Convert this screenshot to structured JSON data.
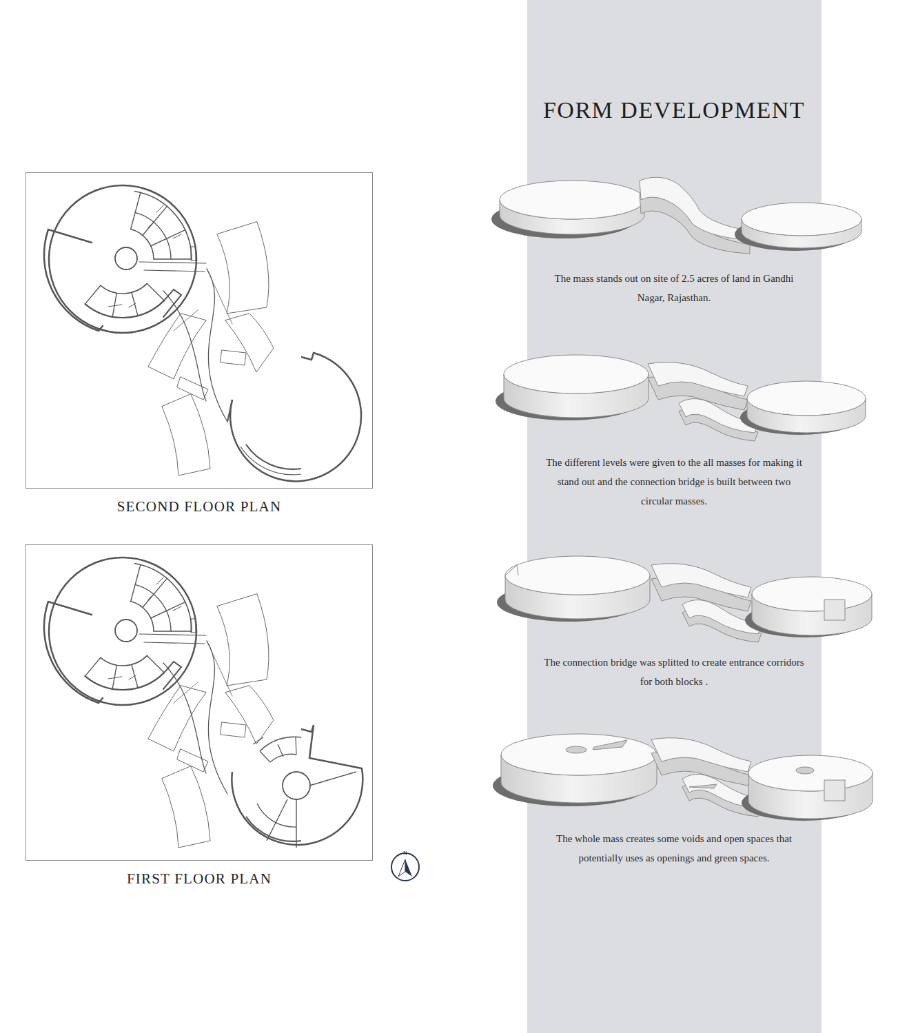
{
  "diagram": {
    "title": "FORM DEVELOPMENT",
    "nodes": [
      {
        "text": [
          "SECOND FLOOR PLAN"
        ]
      },
      {
        "text": [
          "FIRST FLOOR PLAN"
        ]
      }
    ],
    "labels": [
      "The mass stands out on site of 2.5 acres of land in Gandhi Nagar, Rajasthan.",
      "The different levels were given to the all masses for making it stand out and the connection bridge is built between two circular masses.",
      "The connection bridge was splitted to create entrance corridors for both blocks .",
      "The whole mass creates some voids and open spaces that potentially uses as openings and green spaces.",
      "N"
    ]
  }
}
